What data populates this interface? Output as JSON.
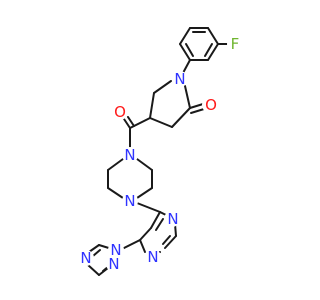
{
  "colors": {
    "bond": "#1a1a1a",
    "nitrogen": "#2f34ff",
    "oxygen": "#ff1a1a",
    "fluorine": "#6fb52f",
    "background": "#ffffff"
  },
  "atoms": {
    "f": "F",
    "n_pyrrolidinone": "N",
    "o_lactam": "O",
    "o_carbonyl": "O",
    "n_piperazine_top": "N",
    "n_piperazine_bottom": "N",
    "n_pyrimidine_1": "N",
    "n_pyrimidine_2": "N",
    "n_triazole_1": "N",
    "n_triazole_2": "N",
    "n_triazole_3": "N"
  }
}
